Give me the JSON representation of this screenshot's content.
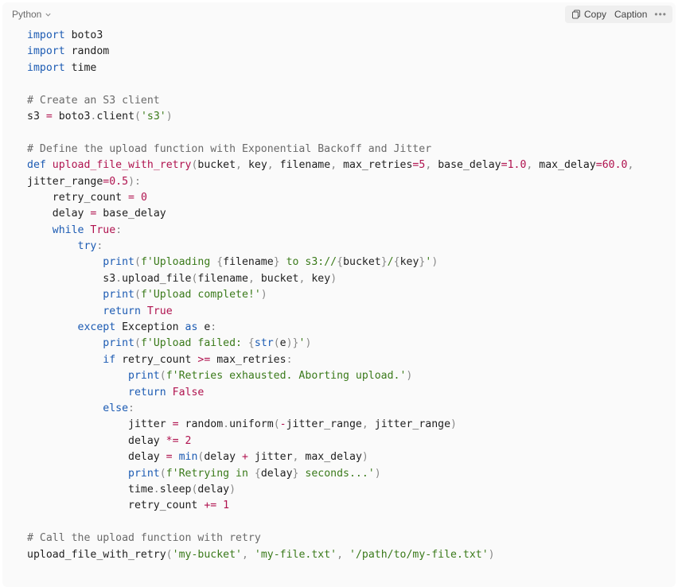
{
  "header": {
    "language": "Python",
    "copy_label": "Copy",
    "caption_label": "Caption",
    "more_label": "•••"
  },
  "code_lines": [
    [
      [
        "kw",
        "import"
      ],
      [
        "",
        " boto3"
      ]
    ],
    [
      [
        "kw",
        "import"
      ],
      [
        "",
        " random"
      ]
    ],
    [
      [
        "kw",
        "import"
      ],
      [
        "",
        " time"
      ]
    ],
    [],
    [
      [
        "cm",
        "# Create an S3 client"
      ]
    ],
    [
      [
        "",
        "s3 "
      ],
      [
        "op",
        "="
      ],
      [
        "",
        " boto3"
      ],
      [
        "pn",
        "."
      ],
      [
        "",
        "client"
      ],
      [
        "pn",
        "("
      ],
      [
        "str",
        "'s3'"
      ],
      [
        "pn",
        ")"
      ]
    ],
    [],
    [
      [
        "cm",
        "# Define the upload function with Exponential Backoff and Jitter"
      ]
    ],
    [
      [
        "kw",
        "def"
      ],
      [
        "",
        " "
      ],
      [
        "fn",
        "upload_file_with_retry"
      ],
      [
        "pn",
        "("
      ],
      [
        "",
        "bucket"
      ],
      [
        "pn",
        ","
      ],
      [
        "",
        " key"
      ],
      [
        "pn",
        ","
      ],
      [
        "",
        " filename"
      ],
      [
        "pn",
        ","
      ],
      [
        "",
        " max_retries"
      ],
      [
        "op",
        "="
      ],
      [
        "num",
        "5"
      ],
      [
        "pn",
        ","
      ],
      [
        "",
        " base_delay"
      ],
      [
        "op",
        "="
      ],
      [
        "num",
        "1.0"
      ],
      [
        "pn",
        ","
      ],
      [
        "",
        " max_delay"
      ],
      [
        "op",
        "="
      ],
      [
        "num",
        "60.0"
      ],
      [
        "pn",
        ","
      ]
    ],
    [
      [
        "",
        "jitter_range"
      ],
      [
        "op",
        "="
      ],
      [
        "num",
        "0.5"
      ],
      [
        "pn",
        "):"
      ]
    ],
    [
      [
        "",
        "    retry_count "
      ],
      [
        "op",
        "="
      ],
      [
        "",
        " "
      ],
      [
        "num",
        "0"
      ]
    ],
    [
      [
        "",
        "    delay "
      ],
      [
        "op",
        "="
      ],
      [
        "",
        " base_delay"
      ]
    ],
    [
      [
        "",
        "    "
      ],
      [
        "kw",
        "while"
      ],
      [
        "",
        " "
      ],
      [
        "kw2",
        "True"
      ],
      [
        "pn",
        ":"
      ]
    ],
    [
      [
        "",
        "        "
      ],
      [
        "kw",
        "try"
      ],
      [
        "pn",
        ":"
      ]
    ],
    [
      [
        "",
        "            "
      ],
      [
        "bi",
        "print"
      ],
      [
        "pn",
        "("
      ],
      [
        "str",
        "f'Uploading "
      ],
      [
        "pn",
        "{"
      ],
      [
        "",
        "filename"
      ],
      [
        "pn",
        "}"
      ],
      [
        "str",
        " to s3://"
      ],
      [
        "pn",
        "{"
      ],
      [
        "",
        "bucket"
      ],
      [
        "pn",
        "}"
      ],
      [
        "str",
        "/"
      ],
      [
        "pn",
        "{"
      ],
      [
        "",
        "key"
      ],
      [
        "pn",
        "}"
      ],
      [
        "str",
        "'"
      ],
      [
        "pn",
        ")"
      ]
    ],
    [
      [
        "",
        "            s3"
      ],
      [
        "pn",
        "."
      ],
      [
        "",
        "upload_file"
      ],
      [
        "pn",
        "("
      ],
      [
        "",
        "filename"
      ],
      [
        "pn",
        ","
      ],
      [
        "",
        " bucket"
      ],
      [
        "pn",
        ","
      ],
      [
        "",
        " key"
      ],
      [
        "pn",
        ")"
      ]
    ],
    [
      [
        "",
        "            "
      ],
      [
        "bi",
        "print"
      ],
      [
        "pn",
        "("
      ],
      [
        "str",
        "f'Upload complete!'"
      ],
      [
        "pn",
        ")"
      ]
    ],
    [
      [
        "",
        "            "
      ],
      [
        "kw",
        "return"
      ],
      [
        "",
        " "
      ],
      [
        "kw2",
        "True"
      ]
    ],
    [
      [
        "",
        "        "
      ],
      [
        "kw",
        "except"
      ],
      [
        "",
        " Exception "
      ],
      [
        "kw",
        "as"
      ],
      [
        "",
        " e"
      ],
      [
        "pn",
        ":"
      ]
    ],
    [
      [
        "",
        "            "
      ],
      [
        "bi",
        "print"
      ],
      [
        "pn",
        "("
      ],
      [
        "str",
        "f'Upload failed: "
      ],
      [
        "pn",
        "{"
      ],
      [
        "bi",
        "str"
      ],
      [
        "pn",
        "("
      ],
      [
        "",
        "e"
      ],
      [
        "pn",
        ")}"
      ],
      [
        "str",
        "'"
      ],
      [
        "pn",
        ")"
      ]
    ],
    [
      [
        "",
        "            "
      ],
      [
        "kw",
        "if"
      ],
      [
        "",
        " retry_count "
      ],
      [
        "op",
        ">="
      ],
      [
        "",
        " max_retries"
      ],
      [
        "pn",
        ":"
      ]
    ],
    [
      [
        "",
        "                "
      ],
      [
        "bi",
        "print"
      ],
      [
        "pn",
        "("
      ],
      [
        "str",
        "f'Retries exhausted. Aborting upload.'"
      ],
      [
        "pn",
        ")"
      ]
    ],
    [
      [
        "",
        "                "
      ],
      [
        "kw",
        "return"
      ],
      [
        "",
        " "
      ],
      [
        "kw2",
        "False"
      ]
    ],
    [
      [
        "",
        "            "
      ],
      [
        "kw",
        "else"
      ],
      [
        "pn",
        ":"
      ]
    ],
    [
      [
        "",
        "                jitter "
      ],
      [
        "op",
        "="
      ],
      [
        "",
        " random"
      ],
      [
        "pn",
        "."
      ],
      [
        "",
        "uniform"
      ],
      [
        "pn",
        "("
      ],
      [
        "op",
        "-"
      ],
      [
        "",
        "jitter_range"
      ],
      [
        "pn",
        ","
      ],
      [
        "",
        " jitter_range"
      ],
      [
        "pn",
        ")"
      ]
    ],
    [
      [
        "",
        "                delay "
      ],
      [
        "op",
        "*="
      ],
      [
        "",
        " "
      ],
      [
        "num",
        "2"
      ]
    ],
    [
      [
        "",
        "                delay "
      ],
      [
        "op",
        "="
      ],
      [
        "",
        " "
      ],
      [
        "bi",
        "min"
      ],
      [
        "pn",
        "("
      ],
      [
        "",
        "delay "
      ],
      [
        "op",
        "+"
      ],
      [
        "",
        " jitter"
      ],
      [
        "pn",
        ","
      ],
      [
        "",
        " max_delay"
      ],
      [
        "pn",
        ")"
      ]
    ],
    [
      [
        "",
        "                "
      ],
      [
        "bi",
        "print"
      ],
      [
        "pn",
        "("
      ],
      [
        "str",
        "f'Retrying in "
      ],
      [
        "pn",
        "{"
      ],
      [
        "",
        "delay"
      ],
      [
        "pn",
        "}"
      ],
      [
        "str",
        " seconds...'"
      ],
      [
        "pn",
        ")"
      ]
    ],
    [
      [
        "",
        "                time"
      ],
      [
        "pn",
        "."
      ],
      [
        "",
        "sleep"
      ],
      [
        "pn",
        "("
      ],
      [
        "",
        "delay"
      ],
      [
        "pn",
        ")"
      ]
    ],
    [
      [
        "",
        "                retry_count "
      ],
      [
        "op",
        "+="
      ],
      [
        "",
        " "
      ],
      [
        "num",
        "1"
      ]
    ],
    [],
    [
      [
        "cm",
        "# Call the upload function with retry"
      ]
    ],
    [
      [
        "",
        "upload_file_with_retry"
      ],
      [
        "pn",
        "("
      ],
      [
        "str",
        "'my-bucket'"
      ],
      [
        "pn",
        ","
      ],
      [
        "",
        " "
      ],
      [
        "str",
        "'my-file.txt'"
      ],
      [
        "pn",
        ","
      ],
      [
        "",
        " "
      ],
      [
        "str",
        "'/path/to/my-file.txt'"
      ],
      [
        "pn",
        ")"
      ]
    ]
  ]
}
